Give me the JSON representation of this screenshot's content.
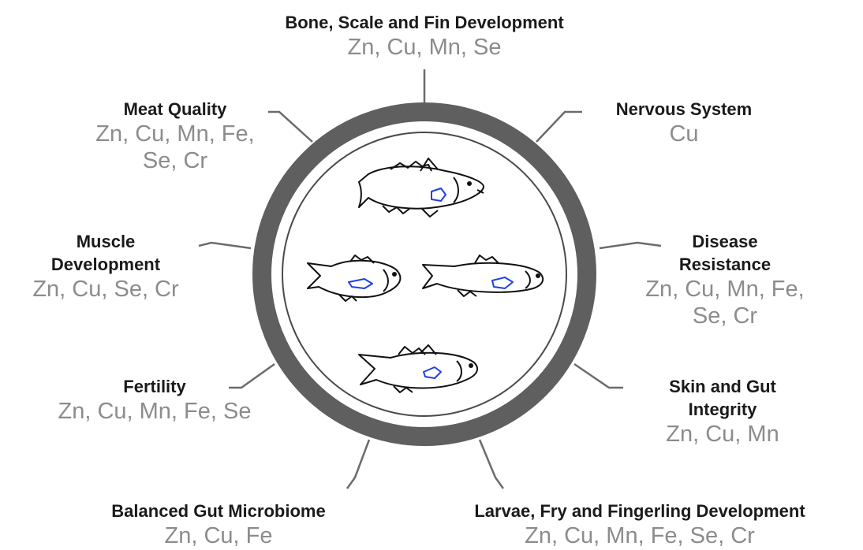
{
  "labels": [
    {
      "id": "bone",
      "title": "Bone, Scale and Fin Development",
      "elements": "Zn, Cu, Mn, Se"
    },
    {
      "id": "nervous",
      "title": "Nervous System",
      "elements": "Cu"
    },
    {
      "id": "disease",
      "title_lines": [
        "Disease",
        "Resistance"
      ],
      "elements_lines": [
        "Zn, Cu, Mn, Fe,",
        "Se, Cr"
      ]
    },
    {
      "id": "skin",
      "title_lines": [
        "Skin and Gut",
        "Integrity"
      ],
      "elements": "Zn, Cu, Mn"
    },
    {
      "id": "larvae",
      "title": "Larvae, Fry and Fingerling Development",
      "elements": "Zn, Cu, Mn, Fe, Se, Cr"
    },
    {
      "id": "microbiome",
      "title": "Balanced Gut Microbiome",
      "elements": "Zn, Cu, Fe"
    },
    {
      "id": "fertility",
      "title": "Fertility",
      "elements": "Zn, Cu, Mn, Fe, Se"
    },
    {
      "id": "muscle",
      "title_lines": [
        "Muscle",
        "Development"
      ],
      "elements": "Zn, Cu, Se, Cr"
    },
    {
      "id": "meat",
      "title": "Meat Quality",
      "elements_lines": [
        "Zn, Cu, Mn, Fe,",
        "Se, Cr"
      ]
    }
  ],
  "colors": {
    "ring": "#5f5f5f",
    "inner_ring": "#4a4a4a",
    "connector": "#6b6b6b",
    "title_text": "#1a1a1a",
    "element_text": "#8c8c8c",
    "fish_outline": "#111111",
    "fish_accent": "#1f3fe6"
  },
  "icons": [
    "fish-icon",
    "fish-icon",
    "fish-icon",
    "fish-icon"
  ]
}
